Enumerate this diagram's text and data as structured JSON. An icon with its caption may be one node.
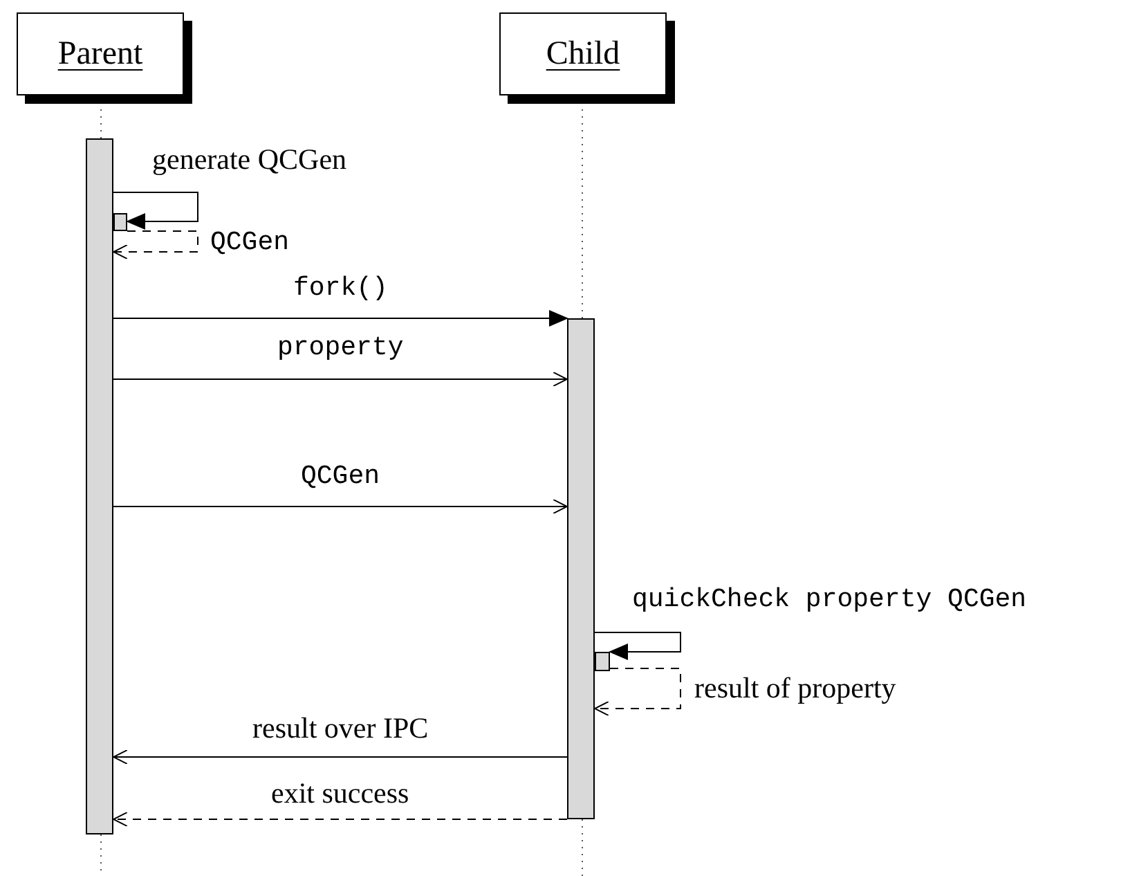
{
  "diagram": {
    "nodes": [
      {
        "text": [
          "Parent"
        ]
      },
      {
        "text": [
          "Child"
        ]
      },
      {
        "text": [],
        "shape": "bar"
      },
      {
        "text": [],
        "shape": "bar"
      },
      {
        "text": [],
        "shape": "bar"
      },
      {
        "text": [],
        "shape": "bar"
      }
    ],
    "edges": [
      {
        "from": 0,
        "to": 2,
        "arrow": "none",
        "style": "dashed"
      },
      {
        "from": 1,
        "to": 3,
        "arrow": "none",
        "style": "dashed"
      },
      {
        "from": 2,
        "to": 4,
        "arrow": "to",
        "label": "generate QCGen"
      },
      {
        "from": 4,
        "to": 2,
        "arrow": "to",
        "label": "QCGen",
        "style": "dashed"
      },
      {
        "from": 2,
        "to": 3,
        "arrow": "to",
        "label": "fork()"
      },
      {
        "from": 2,
        "to": 3,
        "arrow": "to",
        "label": "property"
      },
      {
        "from": 2,
        "to": 3,
        "arrow": "to",
        "label": "QCGen"
      },
      {
        "from": 3,
        "to": 5,
        "arrow": "to",
        "label": "quickCheck property QCGen"
      },
      {
        "from": 5,
        "to": 3,
        "arrow": "to",
        "label": "result of property",
        "style": "dashed"
      },
      {
        "from": 3,
        "to": 2,
        "arrow": "to",
        "label": "result over IPC"
      },
      {
        "from": 3,
        "to": 2,
        "arrow": "to",
        "label": "exit success",
        "style": "dashed"
      }
    ]
  }
}
